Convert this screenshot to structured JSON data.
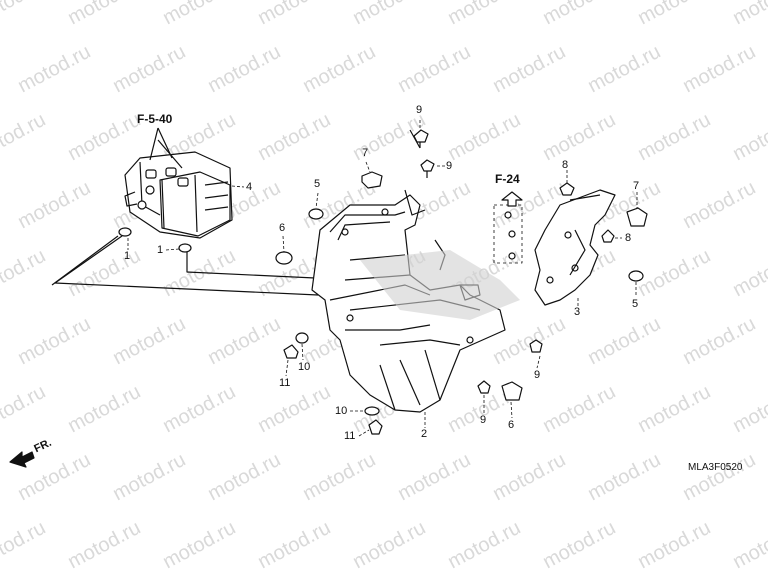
{
  "diagram": {
    "watermark": "motod.ru",
    "code": "MLA3F0520",
    "direction": "FR.",
    "refs": [
      "F-5-40",
      "F-24"
    ],
    "callouts": [
      "1",
      "1",
      "2",
      "3",
      "4",
      "5",
      "5",
      "6",
      "6",
      "7",
      "7",
      "8",
      "8",
      "9",
      "9",
      "9",
      "9",
      "10",
      "10",
      "11",
      "11"
    ]
  },
  "colors": {
    "line": "#111111",
    "watermark": "#d9d9d9",
    "shade": "#8a8a8a"
  }
}
